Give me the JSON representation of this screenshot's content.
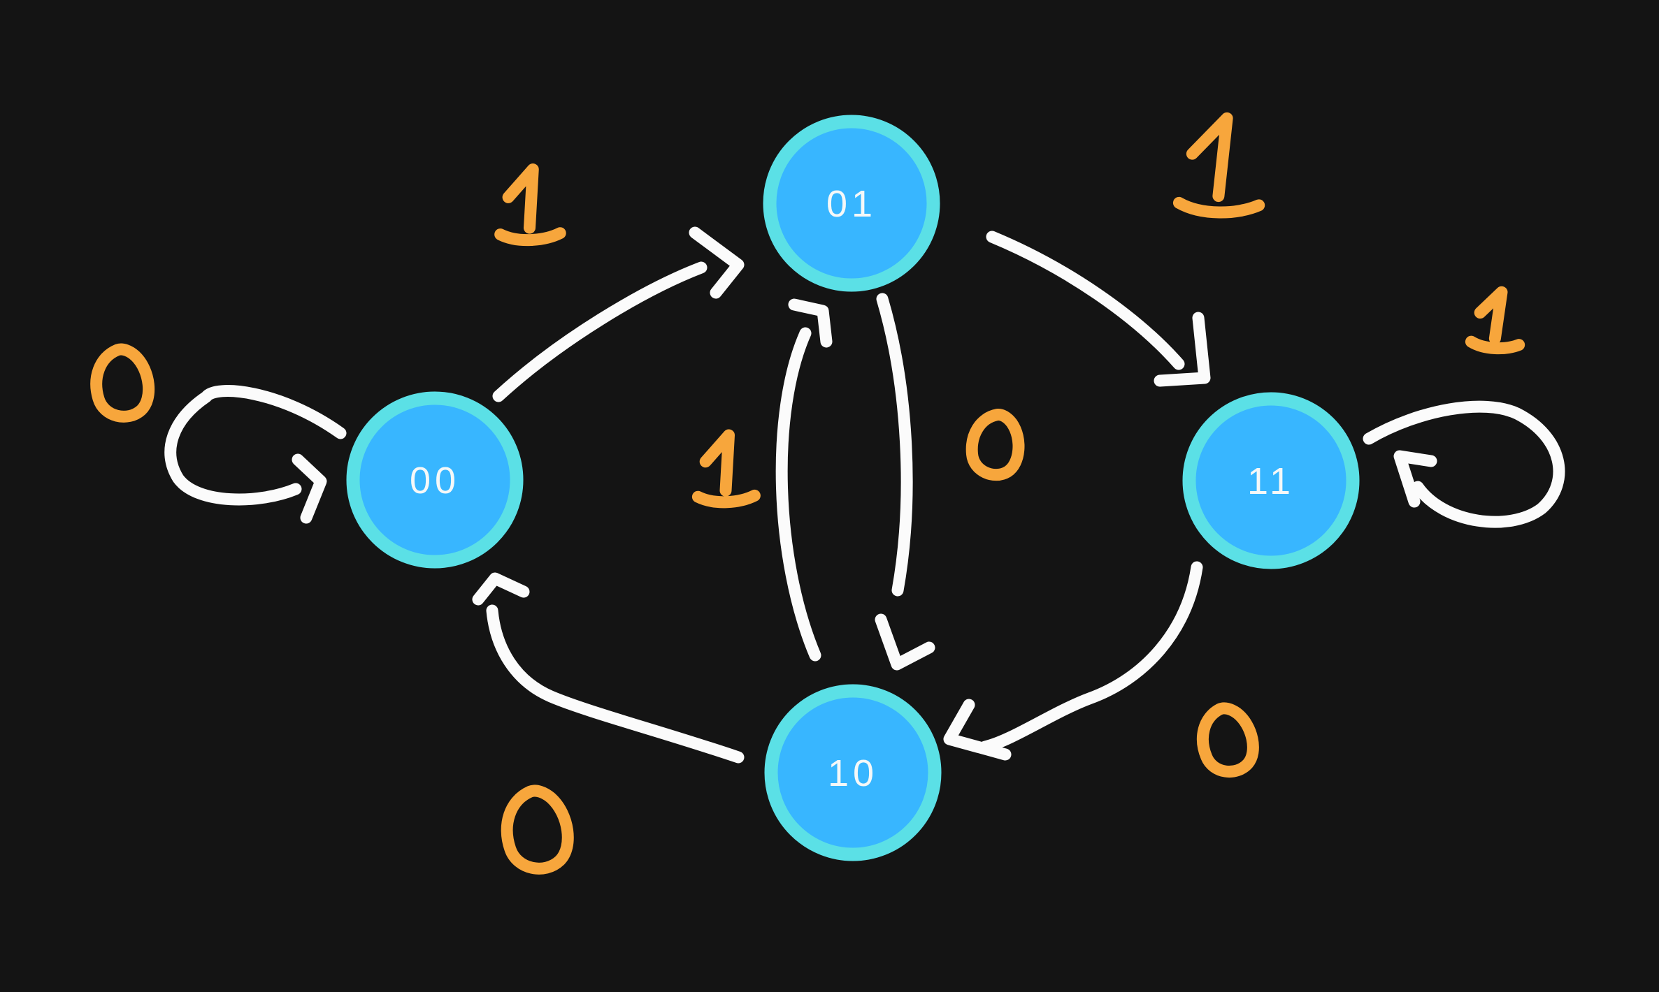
{
  "diagram": {
    "type": "state-machine",
    "background_color": "#141414",
    "colors": {
      "node_fill": "#38B6FF",
      "node_ring": "#5BE0E6",
      "node_text": "#F5F8F8",
      "arrow": "#FBFBFB",
      "edge_label": "#F7A63C"
    },
    "nodes": [
      {
        "id": "00",
        "label": "00"
      },
      {
        "id": "01",
        "label": "01"
      },
      {
        "id": "11",
        "label": "11"
      },
      {
        "id": "10",
        "label": "10"
      }
    ],
    "edges": [
      {
        "from": "00",
        "to": "00",
        "label": "0",
        "kind": "self-loop"
      },
      {
        "from": "00",
        "to": "01",
        "label": "1",
        "kind": "curve"
      },
      {
        "from": "01",
        "to": "11",
        "label": "1",
        "kind": "curve"
      },
      {
        "from": "11",
        "to": "11",
        "label": "1",
        "kind": "self-loop"
      },
      {
        "from": "10",
        "to": "01",
        "label": "1",
        "kind": "curve"
      },
      {
        "from": "01",
        "to": "10",
        "label": "0",
        "kind": "curve"
      },
      {
        "from": "11",
        "to": "10",
        "label": "0",
        "kind": "curve"
      },
      {
        "from": "10",
        "to": "00",
        "label": "0",
        "kind": "curve"
      }
    ]
  }
}
